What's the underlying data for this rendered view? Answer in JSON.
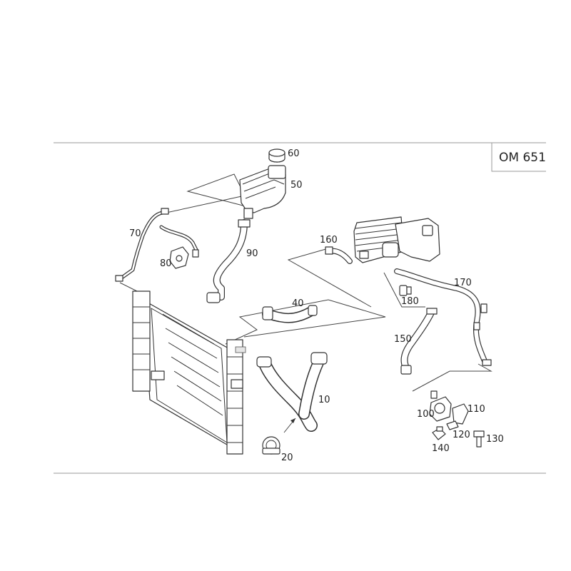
{
  "title": "OM 651",
  "callouts": [
    "10",
    "20",
    "40",
    "50",
    "60",
    "70",
    "80",
    "90",
    "100",
    "110",
    "120",
    "130",
    "140",
    "150",
    "160",
    "170",
    "180"
  ],
  "icons": {
    "hose": "hose-icon",
    "clamp": "clamp-icon",
    "radiator": "radiator-icon",
    "tank": "expansion-tank-icon",
    "cap": "cap-icon",
    "cooler": "oil-cooler-icon",
    "pump": "water-pump-icon",
    "bolt": "bolt-icon"
  },
  "colors": {
    "line": "#333333",
    "frame": "#999999",
    "background": "#ffffff"
  }
}
